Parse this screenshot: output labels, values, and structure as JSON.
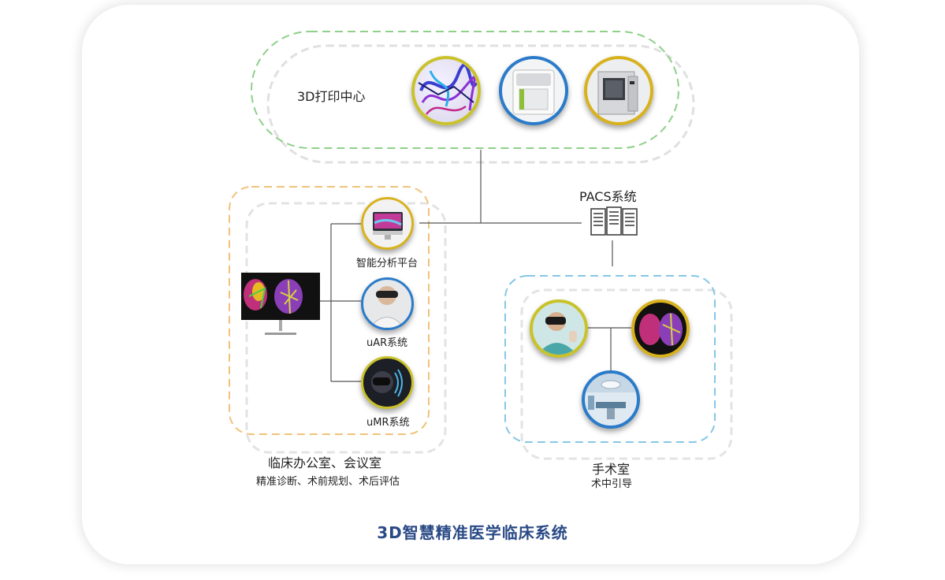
{
  "diagram": {
    "title": "3D智慧精准医学临床系统",
    "printing_center": {
      "label": "3D打印中心",
      "nodes": [
        {
          "icon": "vascular-3d-model-icon",
          "ring": "#c9c22a"
        },
        {
          "icon": "3d-printer-white-icon",
          "ring": "#2a7bc9"
        },
        {
          "icon": "3d-printer-industrial-icon",
          "ring": "#d8b21e"
        }
      ]
    },
    "pacs": {
      "label": "PACS系统",
      "icon": "server-stack-icon"
    },
    "clinical_office": {
      "title": "临床办公室、会议室",
      "subtitle": "精准诊断、术前规划、术后评估",
      "monitor_icon": "monitor-liver-icon",
      "nodes": [
        {
          "label": "智能分析平台",
          "icon": "imac-icon",
          "ring": "#d8b21e"
        },
        {
          "label": "uAR系统",
          "icon": "ar-headset-user-icon",
          "ring": "#2a7bc9"
        },
        {
          "label": "uMR系统",
          "icon": "mr-headset-user-icon",
          "ring": "#c9c22a"
        }
      ]
    },
    "operating_room": {
      "title": "手术室",
      "subtitle": "术中引导",
      "nodes": [
        {
          "icon": "surgeon-vr-icon",
          "ring": "#c9c22a"
        },
        {
          "icon": "liver-hologram-icon",
          "ring": "#d8b21e"
        },
        {
          "icon": "operating-room-icon",
          "ring": "#2a7bc9"
        }
      ]
    },
    "colors": {
      "green_dash": "#8fd08a",
      "orange_dash": "#f0c27a",
      "blue_dash": "#86c7e6",
      "title": "#2a4a86",
      "line": "#555555"
    }
  }
}
